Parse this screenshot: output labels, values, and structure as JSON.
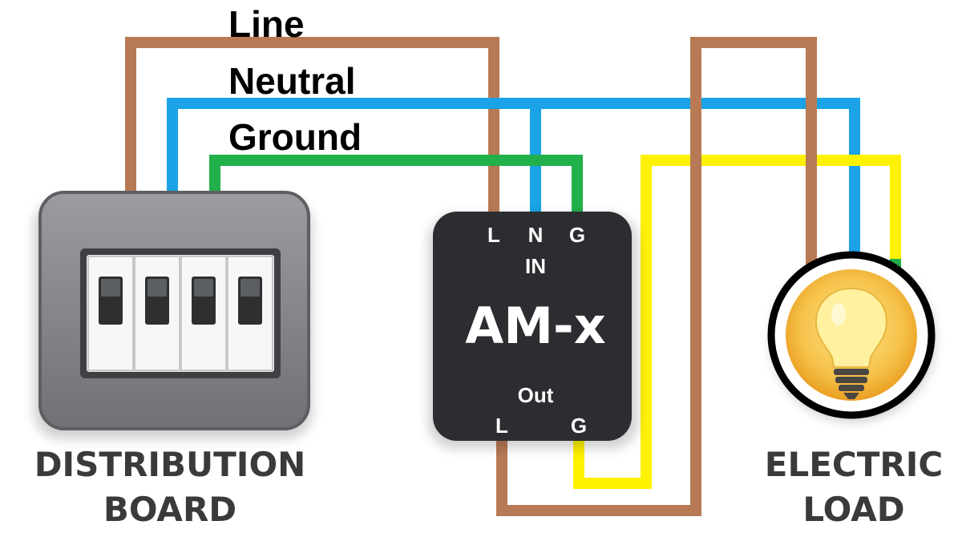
{
  "legend": {
    "line": "Line",
    "neutral": "Neutral",
    "ground": "Ground"
  },
  "device": {
    "name": "AM-x",
    "in_label": "IN",
    "out_label": "Out",
    "in_terminals": {
      "l": "L",
      "n": "N",
      "g": "G"
    },
    "out_terminals": {
      "l": "L",
      "g": "G"
    }
  },
  "distribution_board": {
    "label_line1": "DISTRIBUTION",
    "label_line2": "BOARD"
  },
  "electric_load": {
    "label_line1": "ELECTRIC",
    "label_line2": "LOAD"
  },
  "colors": {
    "line": "#b87a55",
    "neutral": "#1aa3e6",
    "ground": "#22b04b",
    "load_ground": "#fff200",
    "device": "#2b2d31",
    "board": "#8a8c8f"
  },
  "icons": {
    "breaker": "breaker-switch-icon",
    "bulb": "light-bulb-icon"
  }
}
